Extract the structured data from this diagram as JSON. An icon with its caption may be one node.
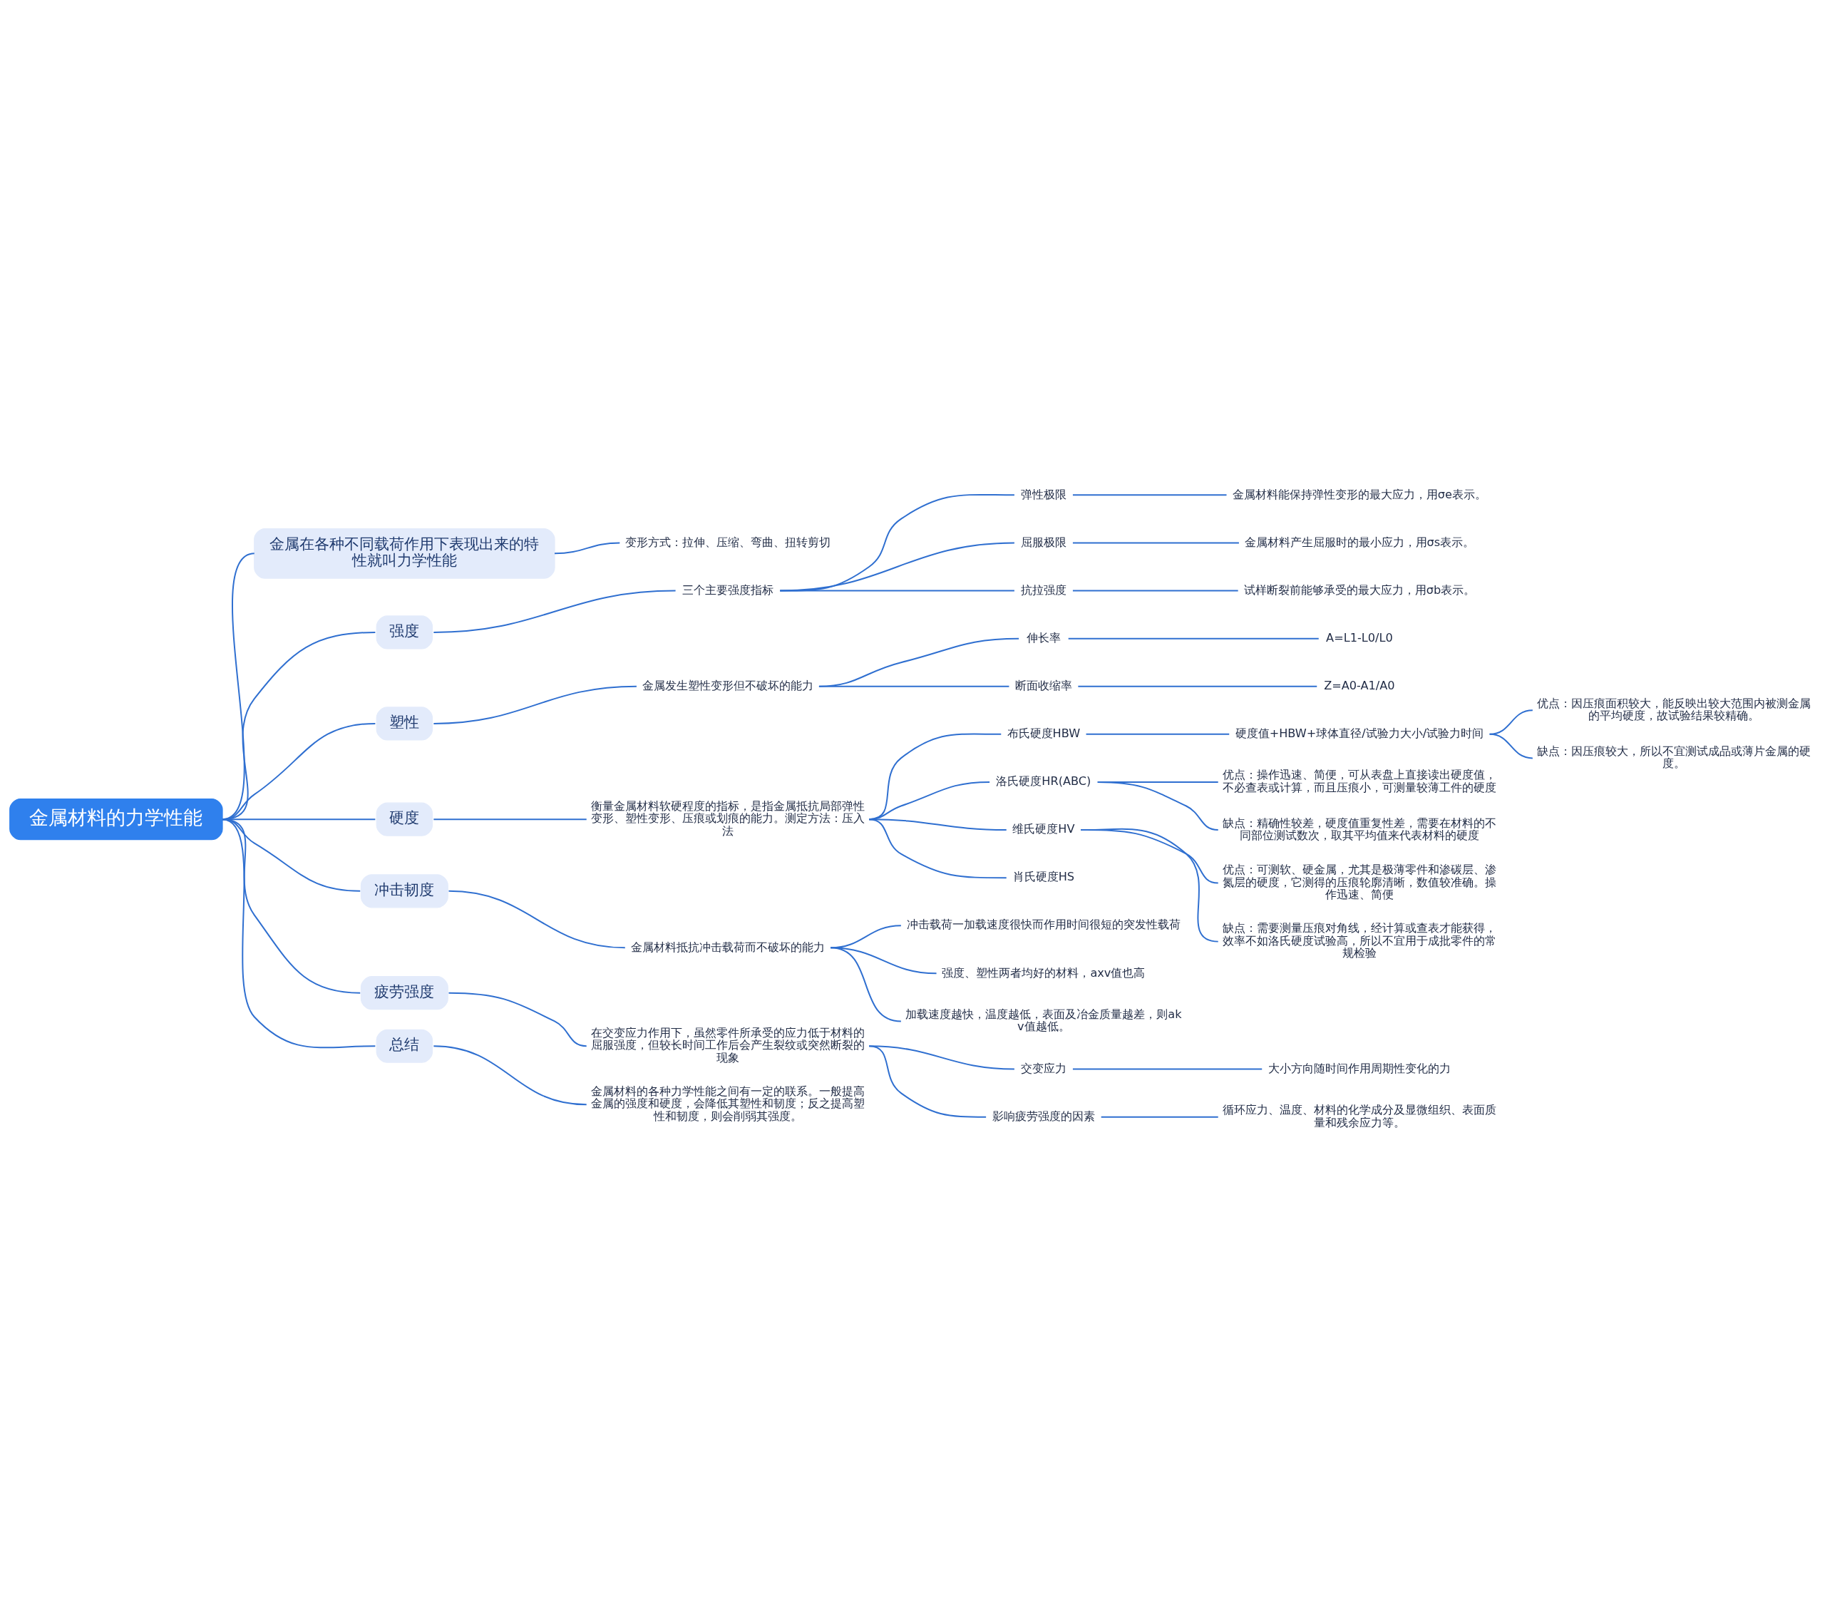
{
  "diagram": {
    "nodes": [
      {
        "text": [
          "金属材料的力学性能"
        ]
      },
      {
        "text": [
          "金属在各种不同载荷作用下表现出来的特性就叫力学性能"
        ]
      },
      {
        "text": [
          "变形方式：拉伸、压缩、弯曲、扭转剪切"
        ]
      },
      {
        "text": [
          "强度"
        ]
      },
      {
        "text": [
          "三个主要强度指标"
        ]
      },
      {
        "text": [
          "弹性极限"
        ]
      },
      {
        "text": [
          "金属材料能保持弹性变形的最大应力，用σe表示。"
        ]
      },
      {
        "text": [
          "屈服极限"
        ]
      },
      {
        "text": [
          "金属材料产生屈服时的最小应力，用σs表示。"
        ]
      },
      {
        "text": [
          "抗拉强度"
        ]
      },
      {
        "text": [
          "试样断裂前能够承受的最大应力，用σb表示。"
        ]
      },
      {
        "text": [
          "塑性"
        ]
      },
      {
        "text": [
          "金属发生塑性变形但不破坏的能力"
        ]
      },
      {
        "text": [
          "伸长率"
        ]
      },
      {
        "text": [
          "A=L1-L0/L0"
        ]
      },
      {
        "text": [
          "断面收缩率"
        ]
      },
      {
        "text": [
          "Z=A0-A1/A0"
        ]
      },
      {
        "text": [
          "硬度"
        ]
      },
      {
        "text": [
          "衡量金属材料软硬程度的指标，是指金属抵抗局部弹性变形、塑性变形、压痕或划痕的能力。测定方法：压入法"
        ]
      },
      {
        "text": [
          "布氏硬度HBW"
        ]
      },
      {
        "text": [
          "硬度值+HBW+球体直径/试验力大小/试验力时间"
        ]
      },
      {
        "text": [
          "优点：因压痕面积较大，能反映出较大范围内被测金属的平均硬度，故试验结果较精确。"
        ]
      },
      {
        "text": [
          "缺点：因压痕较大，所以不宜测试成品或薄片金属的硬度。"
        ]
      },
      {
        "text": [
          "洛氏硬度HR(ABC)"
        ]
      },
      {
        "text": [
          "优点：操作迅速、简便，可从表盘上直接读出硬度值，不必查表或计算，而且压痕小，可测量较薄工件的硬度"
        ]
      },
      {
        "text": [
          "缺点：精确性较差，硬度值重复性差，需要在材料的不同部位测试数次，取其平均值来代表材料的硬度"
        ]
      },
      {
        "text": [
          "维氏硬度HV"
        ]
      },
      {
        "text": [
          "优点：可测软、硬金属，尤其是极薄零件和渗碳层、渗氮层的硬度，它测得的压痕轮廓清晰，数值较准确。操作迅速、简便"
        ]
      },
      {
        "text": [
          "缺点：需要测量压痕对角线，经计算或查表才能获得，效率不如洛氏硬度试验高，所以不宜用于成批零件的常规检验"
        ]
      },
      {
        "text": [
          "肖氏硬度HS"
        ]
      },
      {
        "text": [
          "冲击韧度"
        ]
      },
      {
        "text": [
          "金属材料抵抗冲击载荷而不破坏的能力"
        ]
      },
      {
        "text": [
          "冲击载荷一加载速度很快而作用时间很短的突发性载荷"
        ]
      },
      {
        "text": [
          "强度、塑性两者均好的材料，axv值也高"
        ]
      },
      {
        "text": [
          "加载速度越快，温度越低，表面及冶金质量越差，则akv值越低。"
        ]
      },
      {
        "text": [
          "疲劳强度"
        ]
      },
      {
        "text": [
          "在交变应力作用下，虽然零件所承受的应力低于材料的屈服强度，但较长时间工作后会产生裂纹或突然断裂的现象"
        ]
      },
      {
        "text": [
          "交变应力"
        ]
      },
      {
        "text": [
          "大小方向随时间作用周期性变化的力"
        ]
      },
      {
        "text": [
          "影响疲劳强度的因素"
        ]
      },
      {
        "text": [
          "循环应力、温度、材料的化学成分及显微组织、表面质量和残余应力等。"
        ]
      },
      {
        "text": [
          "总结"
        ]
      },
      {
        "text": [
          "金属材料的各种力学性能之间有一定的联系。一般提高金属的强度和硬度，会降低其塑性和韧度；反之提高塑性和韧度，则会削弱其强度。"
        ]
      }
    ],
    "edges": [
      {
        "from": 0,
        "to": 1,
        "arrow": "none"
      },
      {
        "from": 1,
        "to": 2,
        "arrow": "none"
      },
      {
        "from": 0,
        "to": 3,
        "arrow": "none"
      },
      {
        "from": 3,
        "to": 4,
        "arrow": "none"
      },
      {
        "from": 4,
        "to": 5,
        "arrow": "none"
      },
      {
        "from": 5,
        "to": 6,
        "arrow": "none"
      },
      {
        "from": 4,
        "to": 7,
        "arrow": "none"
      },
      {
        "from": 7,
        "to": 8,
        "arrow": "none"
      },
      {
        "from": 4,
        "to": 9,
        "arrow": "none"
      },
      {
        "from": 9,
        "to": 10,
        "arrow": "none"
      },
      {
        "from": 0,
        "to": 11,
        "arrow": "none"
      },
      {
        "from": 11,
        "to": 12,
        "arrow": "none"
      },
      {
        "from": 12,
        "to": 13,
        "arrow": "none"
      },
      {
        "from": 13,
        "to": 14,
        "arrow": "none"
      },
      {
        "from": 12,
        "to": 15,
        "arrow": "none"
      },
      {
        "from": 15,
        "to": 16,
        "arrow": "none"
      },
      {
        "from": 0,
        "to": 17,
        "arrow": "none"
      },
      {
        "from": 17,
        "to": 18,
        "arrow": "none"
      },
      {
        "from": 18,
        "to": 19,
        "arrow": "none"
      },
      {
        "from": 19,
        "to": 20,
        "arrow": "none"
      },
      {
        "from": 20,
        "to": 21,
        "arrow": "none"
      },
      {
        "from": 20,
        "to": 22,
        "arrow": "none"
      },
      {
        "from": 18,
        "to": 23,
        "arrow": "none"
      },
      {
        "from": 23,
        "to": 24,
        "arrow": "none"
      },
      {
        "from": 23,
        "to": 25,
        "arrow": "none"
      },
      {
        "from": 18,
        "to": 26,
        "arrow": "none"
      },
      {
        "from": 26,
        "to": 27,
        "arrow": "none"
      },
      {
        "from": 26,
        "to": 28,
        "arrow": "none"
      },
      {
        "from": 18,
        "to": 29,
        "arrow": "none"
      },
      {
        "from": 0,
        "to": 30,
        "arrow": "none"
      },
      {
        "from": 30,
        "to": 31,
        "arrow": "none"
      },
      {
        "from": 31,
        "to": 32,
        "arrow": "none"
      },
      {
        "from": 31,
        "to": 33,
        "arrow": "none"
      },
      {
        "from": 31,
        "to": 34,
        "arrow": "none"
      },
      {
        "from": 0,
        "to": 35,
        "arrow": "none"
      },
      {
        "from": 35,
        "to": 36,
        "arrow": "none"
      },
      {
        "from": 36,
        "to": 37,
        "arrow": "none"
      },
      {
        "from": 37,
        "to": 38,
        "arrow": "none"
      },
      {
        "from": 36,
        "to": 39,
        "arrow": "none"
      },
      {
        "from": 39,
        "to": 40,
        "arrow": "none"
      },
      {
        "from": 0,
        "to": 41,
        "arrow": "none"
      },
      {
        "from": 41,
        "to": 42,
        "arrow": "none"
      }
    ]
  }
}
